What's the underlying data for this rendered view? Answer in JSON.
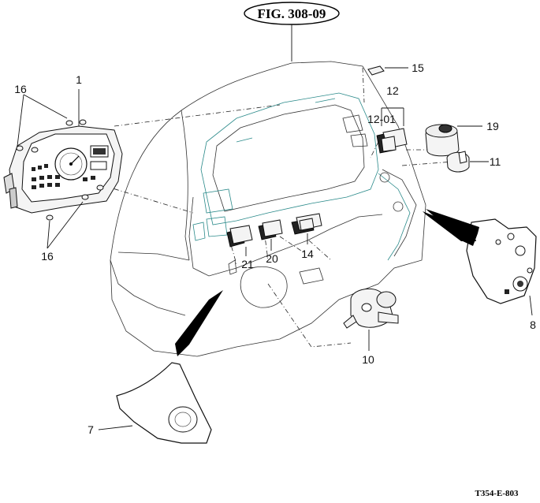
{
  "figure": {
    "title": "FIG. 308-09",
    "code": "T354-E-803"
  },
  "callouts": [
    {
      "id": "c1",
      "text": "1"
    },
    {
      "id": "c16a",
      "text": "16"
    },
    {
      "id": "c16b",
      "text": "16"
    },
    {
      "id": "c15",
      "text": "15"
    },
    {
      "id": "c12",
      "text": "12"
    },
    {
      "id": "c1201",
      "text": "12-01"
    },
    {
      "id": "c19",
      "text": "19"
    },
    {
      "id": "c11",
      "text": "11"
    },
    {
      "id": "c21",
      "text": "21"
    },
    {
      "id": "c20",
      "text": "20"
    },
    {
      "id": "c14",
      "text": "14"
    },
    {
      "id": "c8",
      "text": "8"
    },
    {
      "id": "c10",
      "text": "10"
    },
    {
      "id": "c7",
      "text": "7"
    }
  ]
}
